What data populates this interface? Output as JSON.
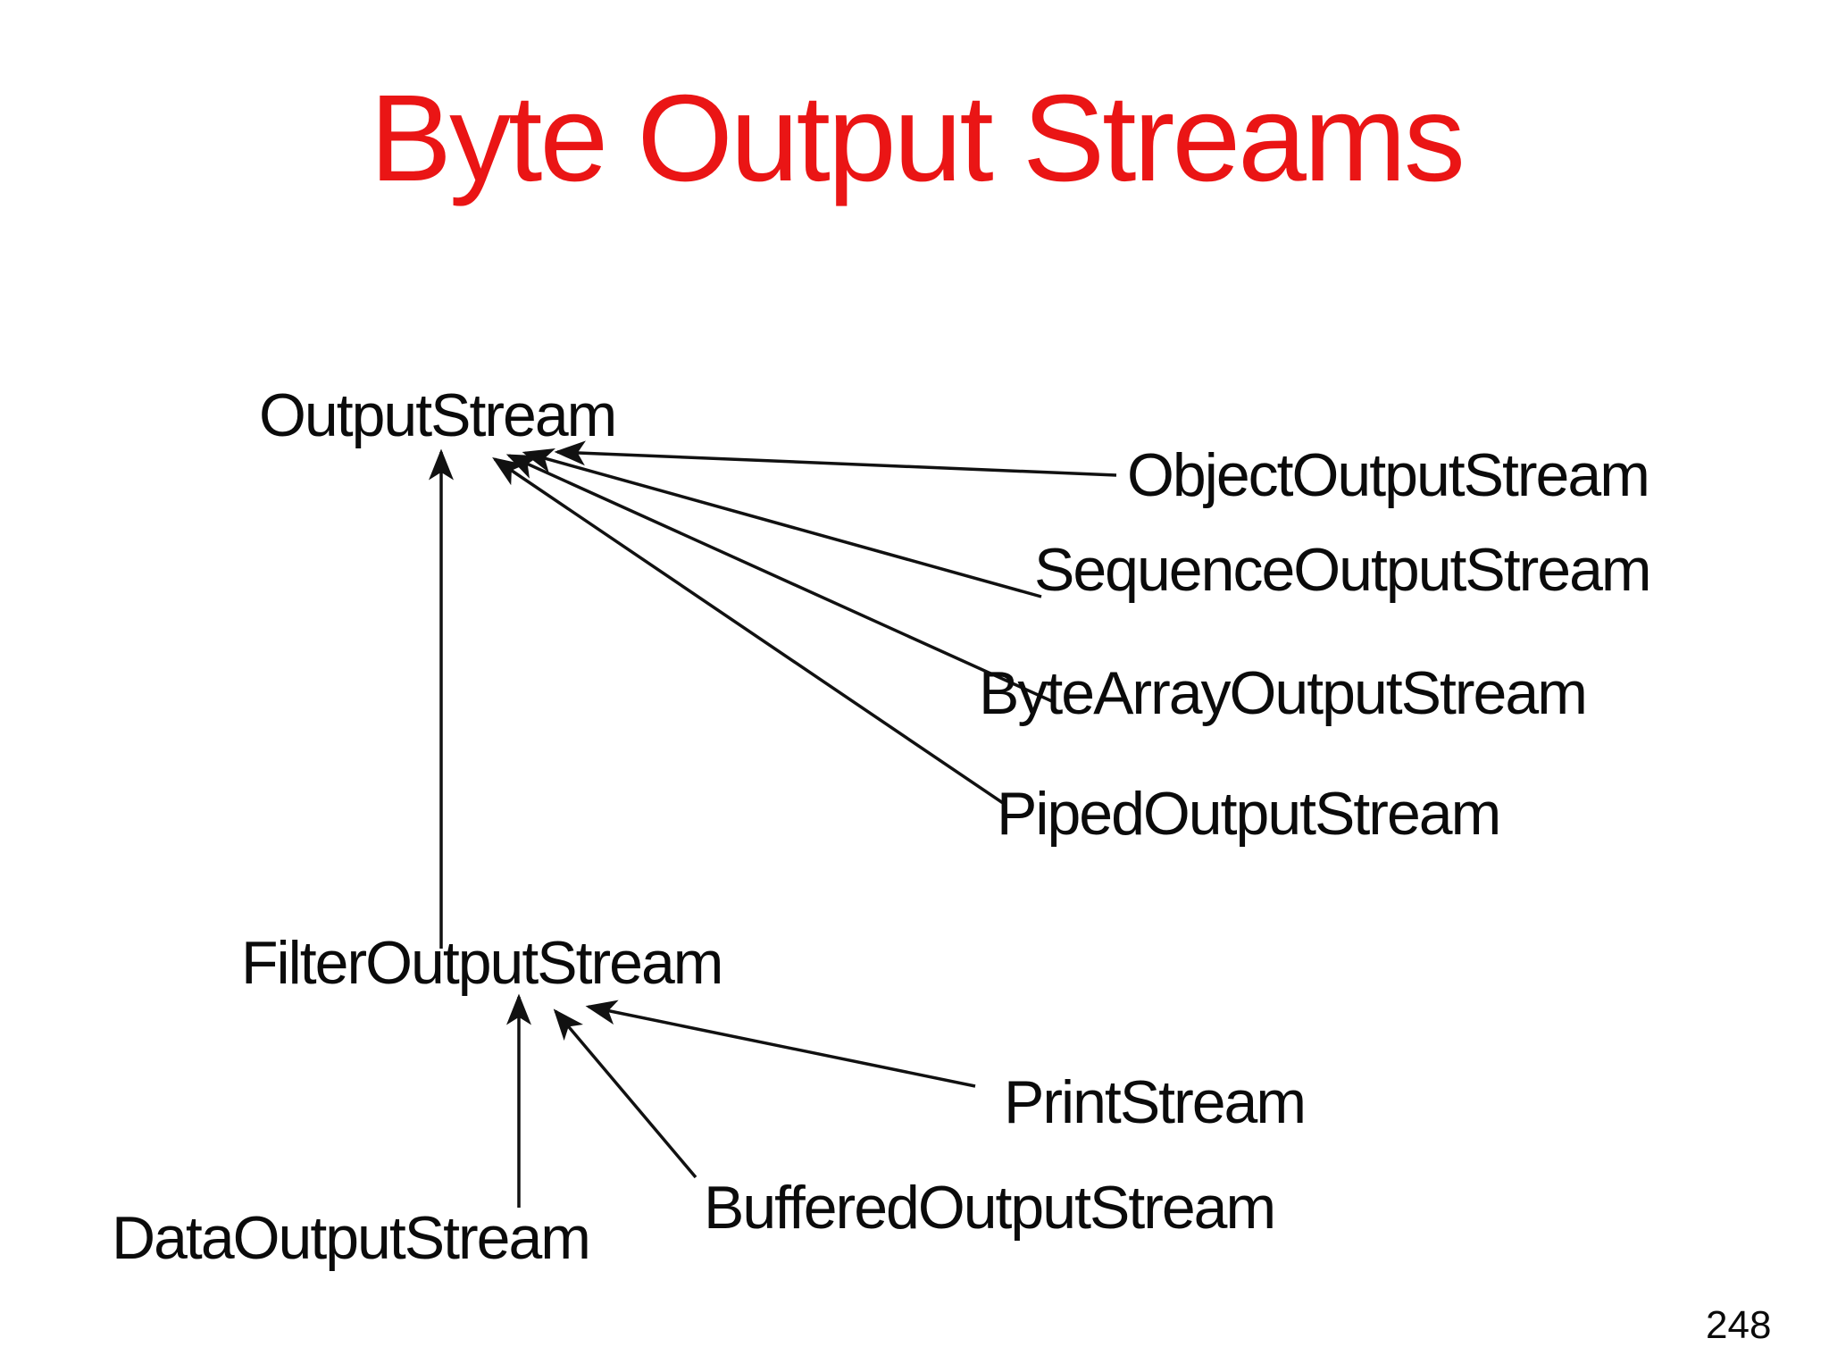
{
  "slide": {
    "title": "Byte Output Streams",
    "page_number": "248"
  },
  "colors": {
    "title": "#ea1515",
    "text": "#0b0b0b",
    "line": "#111111",
    "background": "#ffffff"
  },
  "diagram": {
    "nodes": {
      "outputStream": "OutputStream",
      "objectOutputStream": "ObjectOutputStream",
      "sequenceOutputStream": "SequenceOutputStream",
      "byteArrayOutputStream": "ByteArrayOutputStream",
      "pipedOutputStream": "PipedOutputStream",
      "filterOutputStream": "FilterOutputStream",
      "printStream": "PrintStream",
      "bufferedOutputStream": "BufferedOutputStream",
      "dataOutputStream": "DataOutputStream"
    },
    "edges": [
      {
        "from": "FilterOutputStream",
        "to": "OutputStream"
      },
      {
        "from": "ObjectOutputStream",
        "to": "OutputStream"
      },
      {
        "from": "SequenceOutputStream",
        "to": "OutputStream"
      },
      {
        "from": "ByteArrayOutputStream",
        "to": "OutputStream"
      },
      {
        "from": "PipedOutputStream",
        "to": "OutputStream"
      },
      {
        "from": "DataOutputStream",
        "to": "FilterOutputStream"
      },
      {
        "from": "BufferedOutputStream",
        "to": "FilterOutputStream"
      },
      {
        "from": "PrintStream",
        "to": "FilterOutputStream"
      }
    ]
  }
}
